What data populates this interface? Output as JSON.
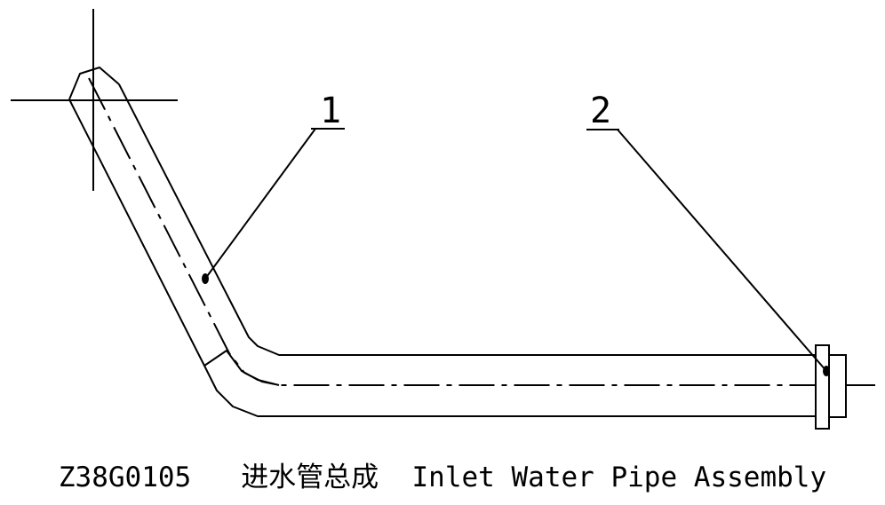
{
  "title_block": {
    "part_number": "Z38G0105",
    "name_cn": "进水管总成",
    "name_en": "Inlet Water Pipe Assembly"
  },
  "balloons": [
    {
      "number": "1"
    },
    {
      "number": "2"
    }
  ],
  "colors": {
    "line": "#000000",
    "background": "#ffffff"
  }
}
